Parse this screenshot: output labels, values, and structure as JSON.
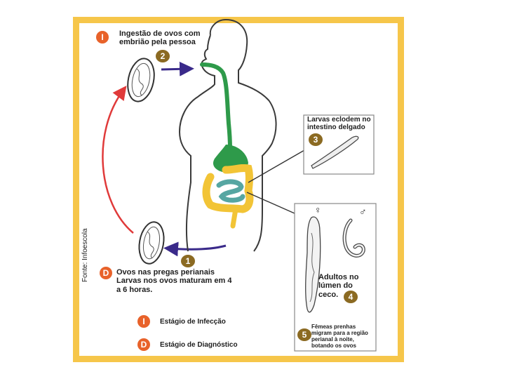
{
  "source_credit": "Fonte: Infoescola",
  "steps": {
    "infection_label": "Ingestão de ovos com embrião pela pessoa",
    "diagnostic_label": "Ovos nas pregas perianais Larvas nos ovos maturam em 4 a 6 horas.",
    "larvae_label": "Larvas eclodem no intestino delgado",
    "adults_label": "Adultos no lúmen do ceco.",
    "migration_label": "Fêmeas prenhas migram para a região perianal à noite, botando os ovos"
  },
  "badges": {
    "i": "I",
    "d": "D",
    "n1": "1",
    "n2": "2",
    "n3": "3",
    "n4": "4",
    "n5": "5"
  },
  "sex_symbols": {
    "female": "♀",
    "male": "♂"
  },
  "legend": {
    "infection": "Estágio de Infecção",
    "diagnostic": "Estágio de Diagnóstico"
  },
  "colors": {
    "frame": "#f6c64a",
    "infection_arrow": "#e03a3a",
    "diagnostic_arrow": "#3a2a8a",
    "stomach": "#2e9a4a",
    "large_intestine": "#f2c436",
    "small_intestine": "#56a6a2",
    "badge_letter": "#e8622a",
    "badge_number": "#8b6a22"
  },
  "icons": [
    "egg-icon",
    "human-body-icon",
    "larva-icon",
    "female-worm-icon",
    "male-worm-icon"
  ]
}
